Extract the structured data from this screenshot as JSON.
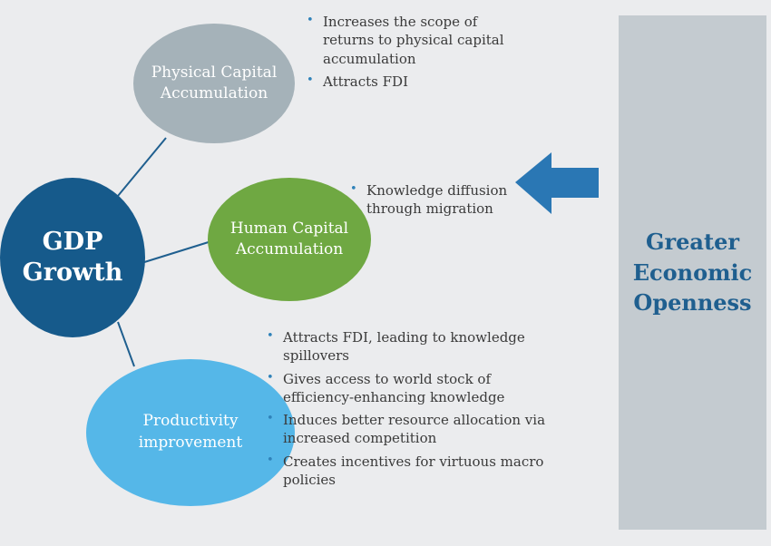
{
  "colors": {
    "background": "#ebecee",
    "gdp": "#165a8b",
    "physical": "#a5b2b9",
    "human": "#6fa842",
    "productivity": "#55b7e8",
    "connector": "#1f5f8f",
    "panel": "#c4cbd0",
    "arrow": "#2a77b4",
    "openness_text": "#1f5f8f"
  },
  "nodes": {
    "gdp": {
      "label": "GDP Growth"
    },
    "physical": {
      "label": "Physical Capital Accumulation"
    },
    "human": {
      "label": "Human Capital Accumulation"
    },
    "productivity": {
      "label": "Productivity improvement"
    }
  },
  "bullets": {
    "physical": [
      "Increases the scope of returns to physical capital accumulation",
      "Attracts FDI"
    ],
    "human": [
      "Knowledge diffusion through migration"
    ],
    "productivity": [
      "Attracts FDI, leading to knowledge spillovers",
      "Gives access to world stock of efficiency-enhancing knowledge",
      "Induces better resource allocation via increased competition",
      "Creates incentives for virtuous macro policies"
    ]
  },
  "openness": {
    "label": "Greater Economic Openness"
  }
}
